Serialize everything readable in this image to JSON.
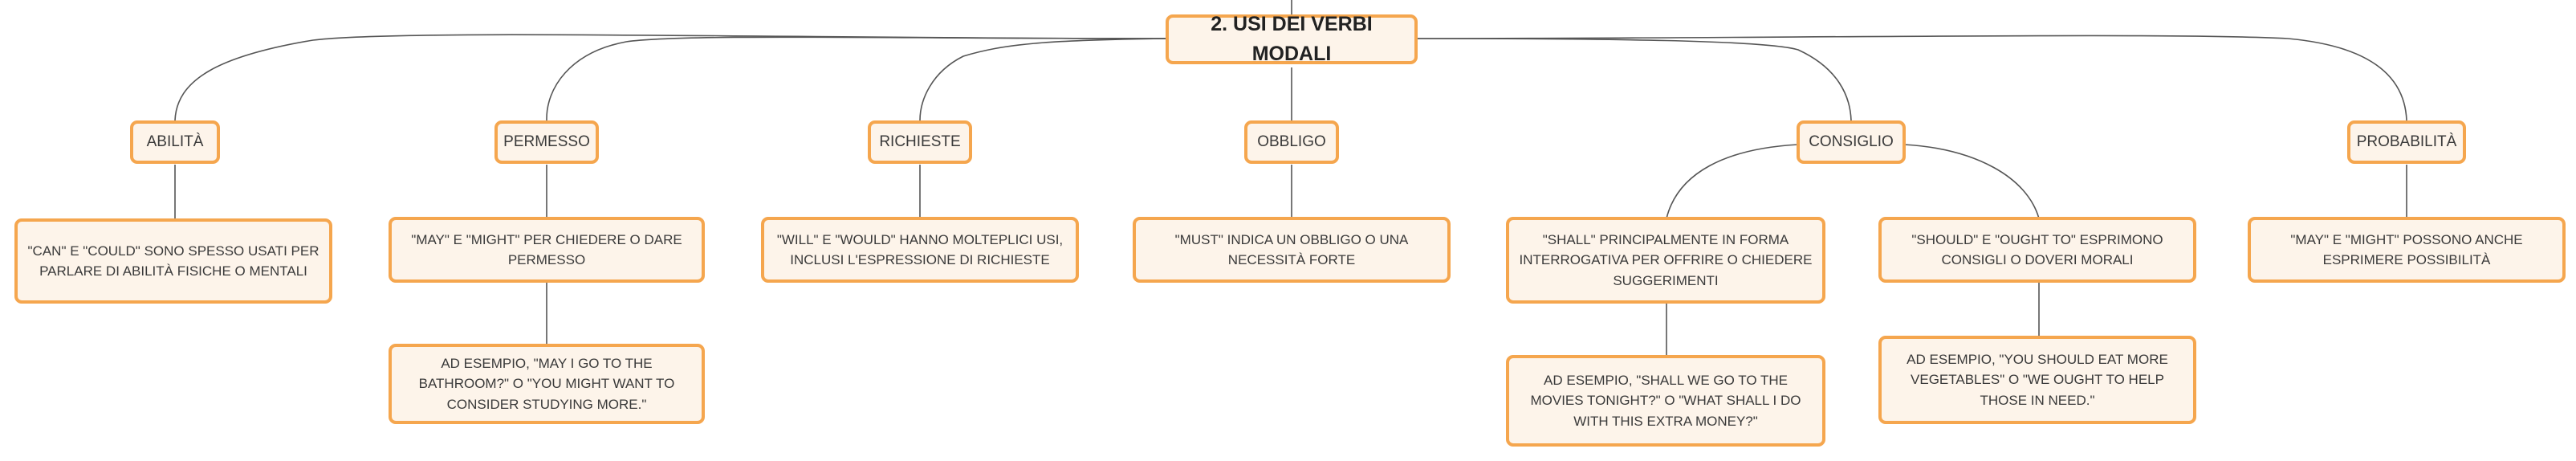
{
  "root": "2. USI DEI VERBI MODALI",
  "topics": {
    "abilita": "ABILITÀ",
    "permesso": "PERMESSO",
    "richieste": "RICHIESTE",
    "obbligo": "OBBLIGO",
    "consiglio": "CONSIGLIO",
    "probabilita": "PROBABILITÀ"
  },
  "notes": {
    "abilita": "\"CAN\" E \"COULD\" SONO SPESSO USATI PER PARLARE DI ABILITÀ FISICHE O MENTALI",
    "permesso": "\"MAY\" E \"MIGHT\" PER CHIEDERE O DARE PERMESSO",
    "permesso_example": "AD ESEMPIO, \"MAY I GO TO THE BATHROOM?\" O \"YOU MIGHT WANT TO CONSIDER STUDYING MORE.\"",
    "richieste": "\"WILL\" E \"WOULD\" HANNO MOLTEPLICI USI, INCLUSI L'ESPRESSIONE DI RICHIESTE",
    "obbligo": "\"MUST\" INDICA UN OBBLIGO O UNA NECESSITÀ FORTE",
    "consiglio_shall": "\"SHALL\" PRINCIPALMENTE IN FORMA INTERROGATIVA PER OFFRIRE O CHIEDERE SUGGERIMENTI",
    "consiglio_shall_example": "AD ESEMPIO, \"SHALL WE GO TO THE MOVIES TONIGHT?\" O \"WHAT SHALL I DO WITH THIS EXTRA MONEY?\"",
    "consiglio_should": "\"SHOULD\" E \"OUGHT TO\" ESPRIMONO CONSIGLI O DOVERI MORALI",
    "consiglio_should_example": "AD ESEMPIO, \"YOU SHOULD EAT MORE VEGETABLES\" O \"WE OUGHT TO HELP THOSE IN NEED.\"",
    "probabilita": "\"MAY\" E \"MIGHT\" POSSONO ANCHE ESPRIMERE POSSIBILITÀ"
  },
  "colors": {
    "node_border": "#f5a64e",
    "node_fill": "#fdf4ea",
    "connector": "#555555"
  }
}
